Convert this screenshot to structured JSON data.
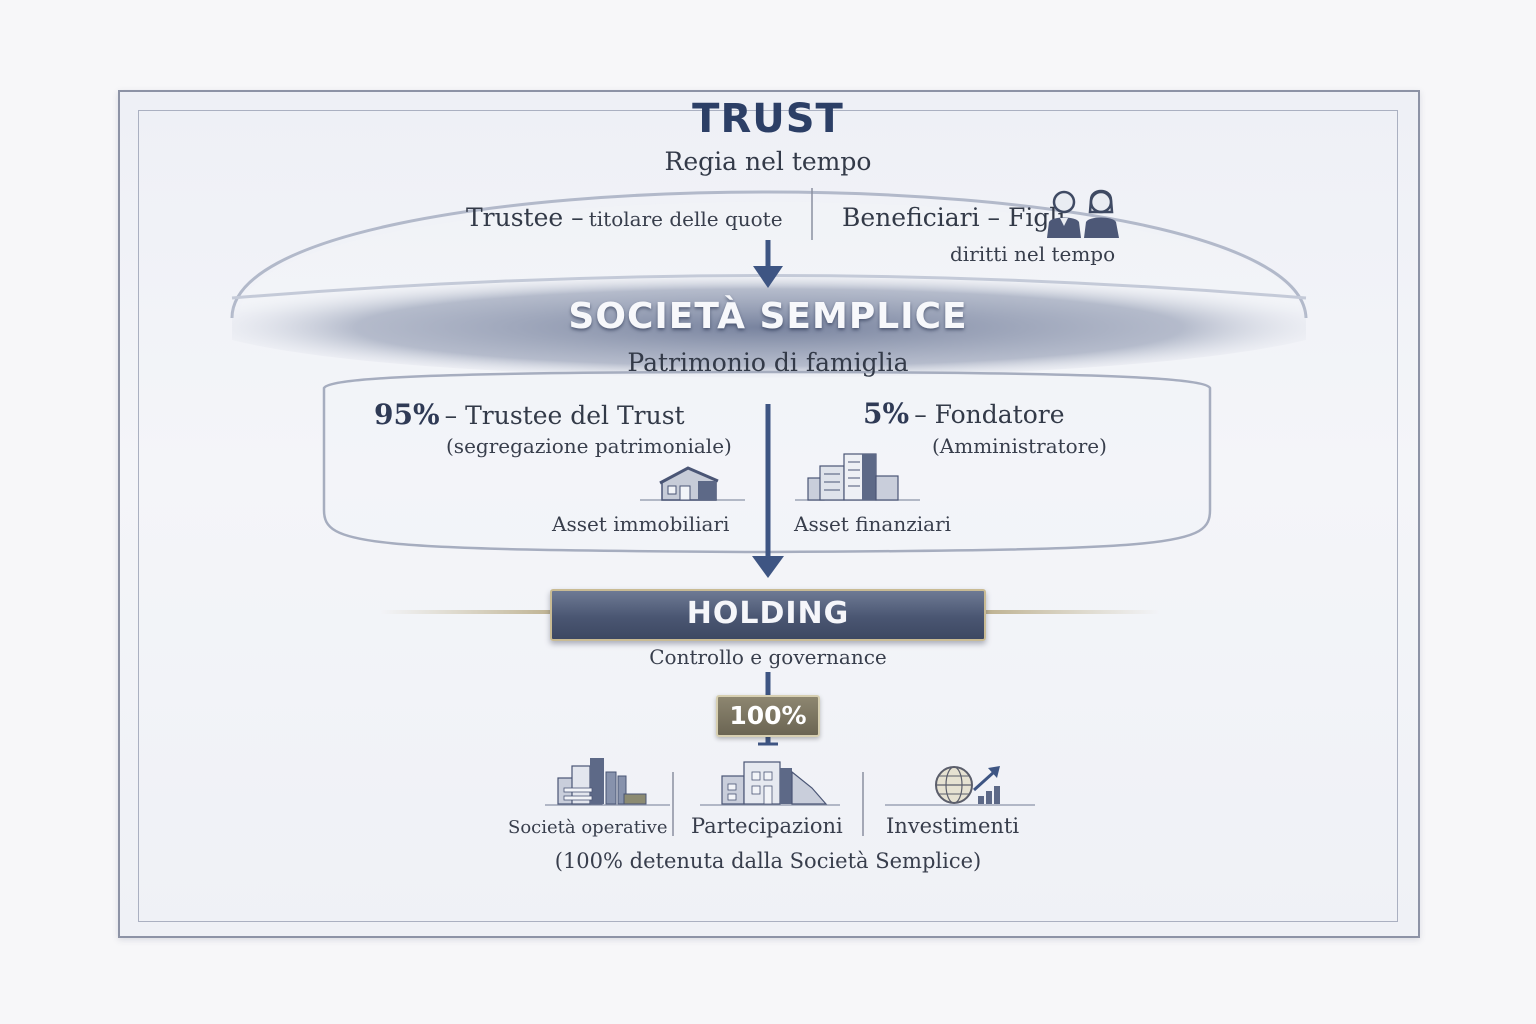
{
  "trust": {
    "title": "TRUST",
    "subtitle": "Regia nel tempo",
    "trustee_label": "Trustee –",
    "trustee_detail": "titolare delle quote",
    "beneficiari_label": "Beneficiari – Figli",
    "beneficiari_detail": "diritti nel tempo"
  },
  "societa_semplice": {
    "title": "SOCIETÀ SEMPLICE",
    "subtitle": "Patrimonio di famiglia",
    "left_pct": "95%",
    "left_label": "– Trustee del Trust",
    "left_detail": "(segregazione patrimoniale)",
    "right_pct": "5%",
    "right_label": "– Fondatore",
    "right_detail": "(Amministratore)",
    "asset_left": "Asset immobiliari",
    "asset_right": "Asset finanziari"
  },
  "holding": {
    "title": "HOLDING",
    "subtitle": "Controllo e governance",
    "ownership": "100%"
  },
  "subsidiaries": {
    "items": [
      "Società operative",
      "Partecipazioni",
      "Investimenti"
    ],
    "note": "(100% detenuta dalla Società Semplice)"
  },
  "colors": {
    "navy": "#2c3f66",
    "band": "#5d6a88",
    "gold": "#c9bb94",
    "arrow": "#3e5583"
  },
  "icons": [
    "people-icon",
    "house-icon",
    "buildings-icon",
    "factory-icon",
    "offices-icon",
    "globe-growth-icon"
  ]
}
